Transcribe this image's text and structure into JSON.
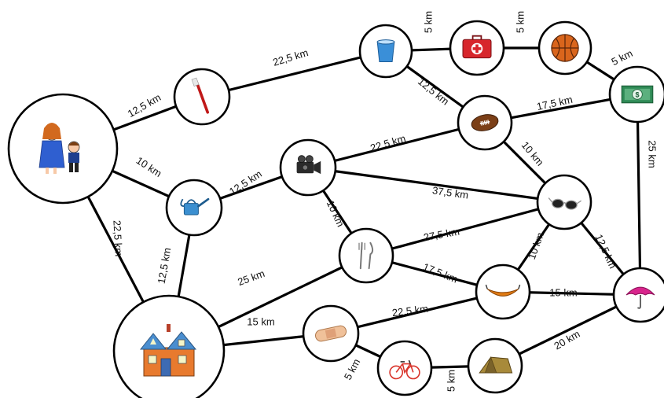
{
  "nodes": [
    {
      "id": "family",
      "icon": "family-icon"
    },
    {
      "id": "toothbrush",
      "icon": "toothbrush-icon"
    },
    {
      "id": "cup",
      "icon": "cup-icon"
    },
    {
      "id": "firstaid",
      "icon": "first-aid-kit-icon"
    },
    {
      "id": "basketball",
      "icon": "basketball-icon"
    },
    {
      "id": "money",
      "icon": "money-icon"
    },
    {
      "id": "football",
      "icon": "football-icon"
    },
    {
      "id": "camera",
      "icon": "video-camera-icon"
    },
    {
      "id": "wateringcan",
      "icon": "watering-can-icon"
    },
    {
      "id": "sunglasses",
      "icon": "sunglasses-icon"
    },
    {
      "id": "cutlery",
      "icon": "cutlery-icon"
    },
    {
      "id": "hammock",
      "icon": "hammock-icon"
    },
    {
      "id": "umbrella",
      "icon": "umbrella-icon"
    },
    {
      "id": "house",
      "icon": "house-icon"
    },
    {
      "id": "bandage",
      "icon": "bandage-icon"
    },
    {
      "id": "bicycle",
      "icon": "bicycle-icon"
    },
    {
      "id": "tent",
      "icon": "tent-icon"
    }
  ],
  "edges": [
    {
      "from": "family",
      "to": "toothbrush",
      "label": "12,5 km"
    },
    {
      "from": "toothbrush",
      "to": "cup",
      "label": "22,5 km"
    },
    {
      "from": "cup",
      "to": "firstaid",
      "label": "5 km"
    },
    {
      "from": "firstaid",
      "to": "basketball",
      "label": "5 km"
    },
    {
      "from": "basketball",
      "to": "money",
      "label": "5 km"
    },
    {
      "from": "cup",
      "to": "football",
      "label": "12,5 km"
    },
    {
      "from": "football",
      "to": "money",
      "label": "17,5 km"
    },
    {
      "from": "money",
      "to": "umbrella",
      "label": "25 km"
    },
    {
      "from": "family",
      "to": "wateringcan",
      "label": "10 km"
    },
    {
      "from": "family",
      "to": "house",
      "label": "22,5 km"
    },
    {
      "from": "wateringcan",
      "to": "camera",
      "label": "12,5 km"
    },
    {
      "from": "wateringcan",
      "to": "house",
      "label": "12,5 km"
    },
    {
      "from": "camera",
      "to": "football",
      "label": "22,5 km"
    },
    {
      "from": "camera",
      "to": "sunglasses",
      "label": "37,5 km"
    },
    {
      "from": "camera",
      "to": "cutlery",
      "label": "10 km"
    },
    {
      "from": "football",
      "to": "sunglasses",
      "label": "10 km"
    },
    {
      "from": "cutlery",
      "to": "sunglasses",
      "label": "27,5 km"
    },
    {
      "from": "sunglasses",
      "to": "hammock",
      "label": "10 km"
    },
    {
      "from": "sunglasses",
      "to": "umbrella",
      "label": "12,5 km"
    },
    {
      "from": "cutlery",
      "to": "hammock",
      "label": "17,5 km"
    },
    {
      "from": "house",
      "to": "cutlery",
      "label": "25 km"
    },
    {
      "from": "hammock",
      "to": "umbrella",
      "label": "15 km"
    },
    {
      "from": "house",
      "to": "bandage",
      "label": "15 km"
    },
    {
      "from": "bandage",
      "to": "hammock",
      "label": "22,5 km"
    },
    {
      "from": "bandage",
      "to": "bicycle",
      "label": "5 km"
    },
    {
      "from": "bicycle",
      "to": "tent",
      "label": "5 km"
    },
    {
      "from": "tent",
      "to": "umbrella",
      "label": "20 km"
    }
  ]
}
